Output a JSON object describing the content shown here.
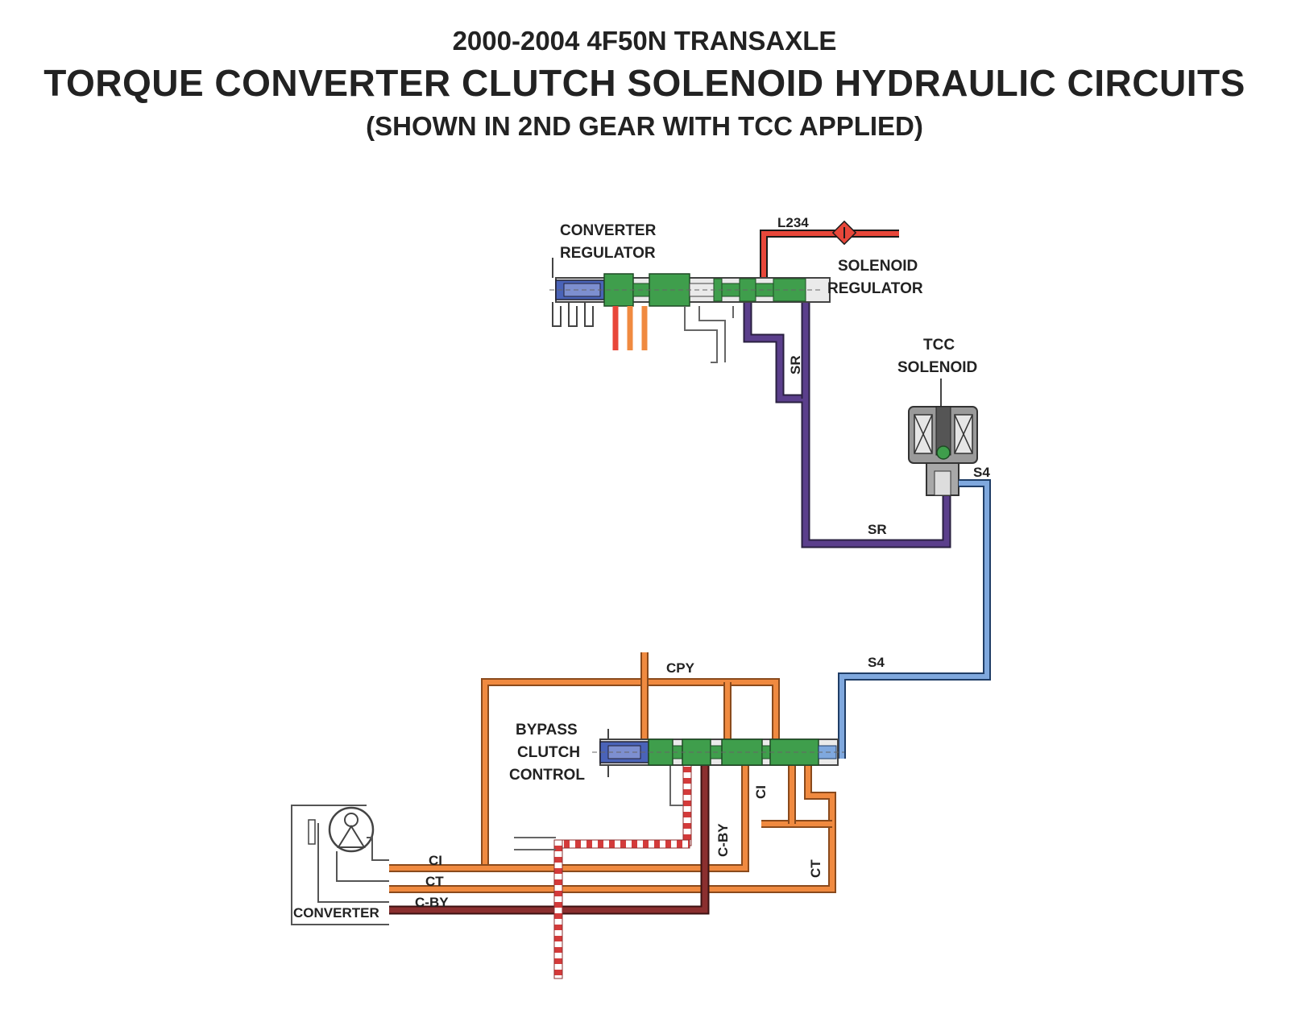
{
  "header": {
    "supertitle": "2000-2004 4F50N TRANSAXLE",
    "title": "TORQUE CONVERTER CLUTCH SOLENOID HYDRAULIC CIRCUITS",
    "subtitle": "(SHOWN IN 2ND GEAR WITH TCC APPLIED)"
  },
  "components": {
    "converter_regulator": [
      "CONVERTER",
      "REGULATOR"
    ],
    "solenoid_regulator": [
      "SOLENOID",
      "REGULATOR"
    ],
    "tcc_solenoid": [
      "TCC",
      "SOLENOID"
    ],
    "bypass_clutch_control": [
      "BYPASS",
      "CLUTCH",
      "CONTROL"
    ],
    "converter": "CONVERTER"
  },
  "circuits": {
    "l234": "L234",
    "sr_vertical": "SR",
    "sr_horizontal": "SR",
    "s4_upper": "S4",
    "s4_lower": "S4",
    "cpy": "CPY",
    "ci_vertical": "CI",
    "cby_vertical": "C-BY",
    "ct_vertical": "CT",
    "ci_converter": "CI",
    "ct_converter": "CT",
    "cby_converter": "C-BY"
  },
  "colors": {
    "line_234": "#e8473a",
    "solenoid_regulated": "#5b3f8c",
    "solenoid_4": "#7fa8de",
    "converter_fluid": "#f08a40",
    "bypass": "#8b2f2f",
    "valve_spool": "#3f9e4c",
    "exhaust": "#d43a3a"
  }
}
